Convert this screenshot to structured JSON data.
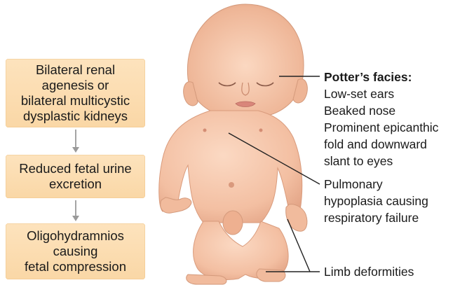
{
  "flow": {
    "box1": "Bilateral renal\nagenesis or\nbilateral multicystic\ndysplastic kidneys",
    "box2": "Reduced fetal urine\nexcretion",
    "box3": "Oligohydramnios\ncausing\nfetal compression"
  },
  "labels": {
    "facies_title": "Potter’s facies:",
    "facies_items": "Low-set ears\nBeaked nose\nProminent epicanthic\nfold and downward\nslant to eyes",
    "pulmonary": "Pulmonary\nhypoplasia causing\nrespiratory failure",
    "limb": "Limb deformities"
  },
  "colors": {
    "box_fill": "#fad7a6",
    "arrow": "#9a9a9a",
    "skin": "#f6c7ab",
    "skin_shadow": "#e2a587",
    "leader_line": "#222222"
  }
}
